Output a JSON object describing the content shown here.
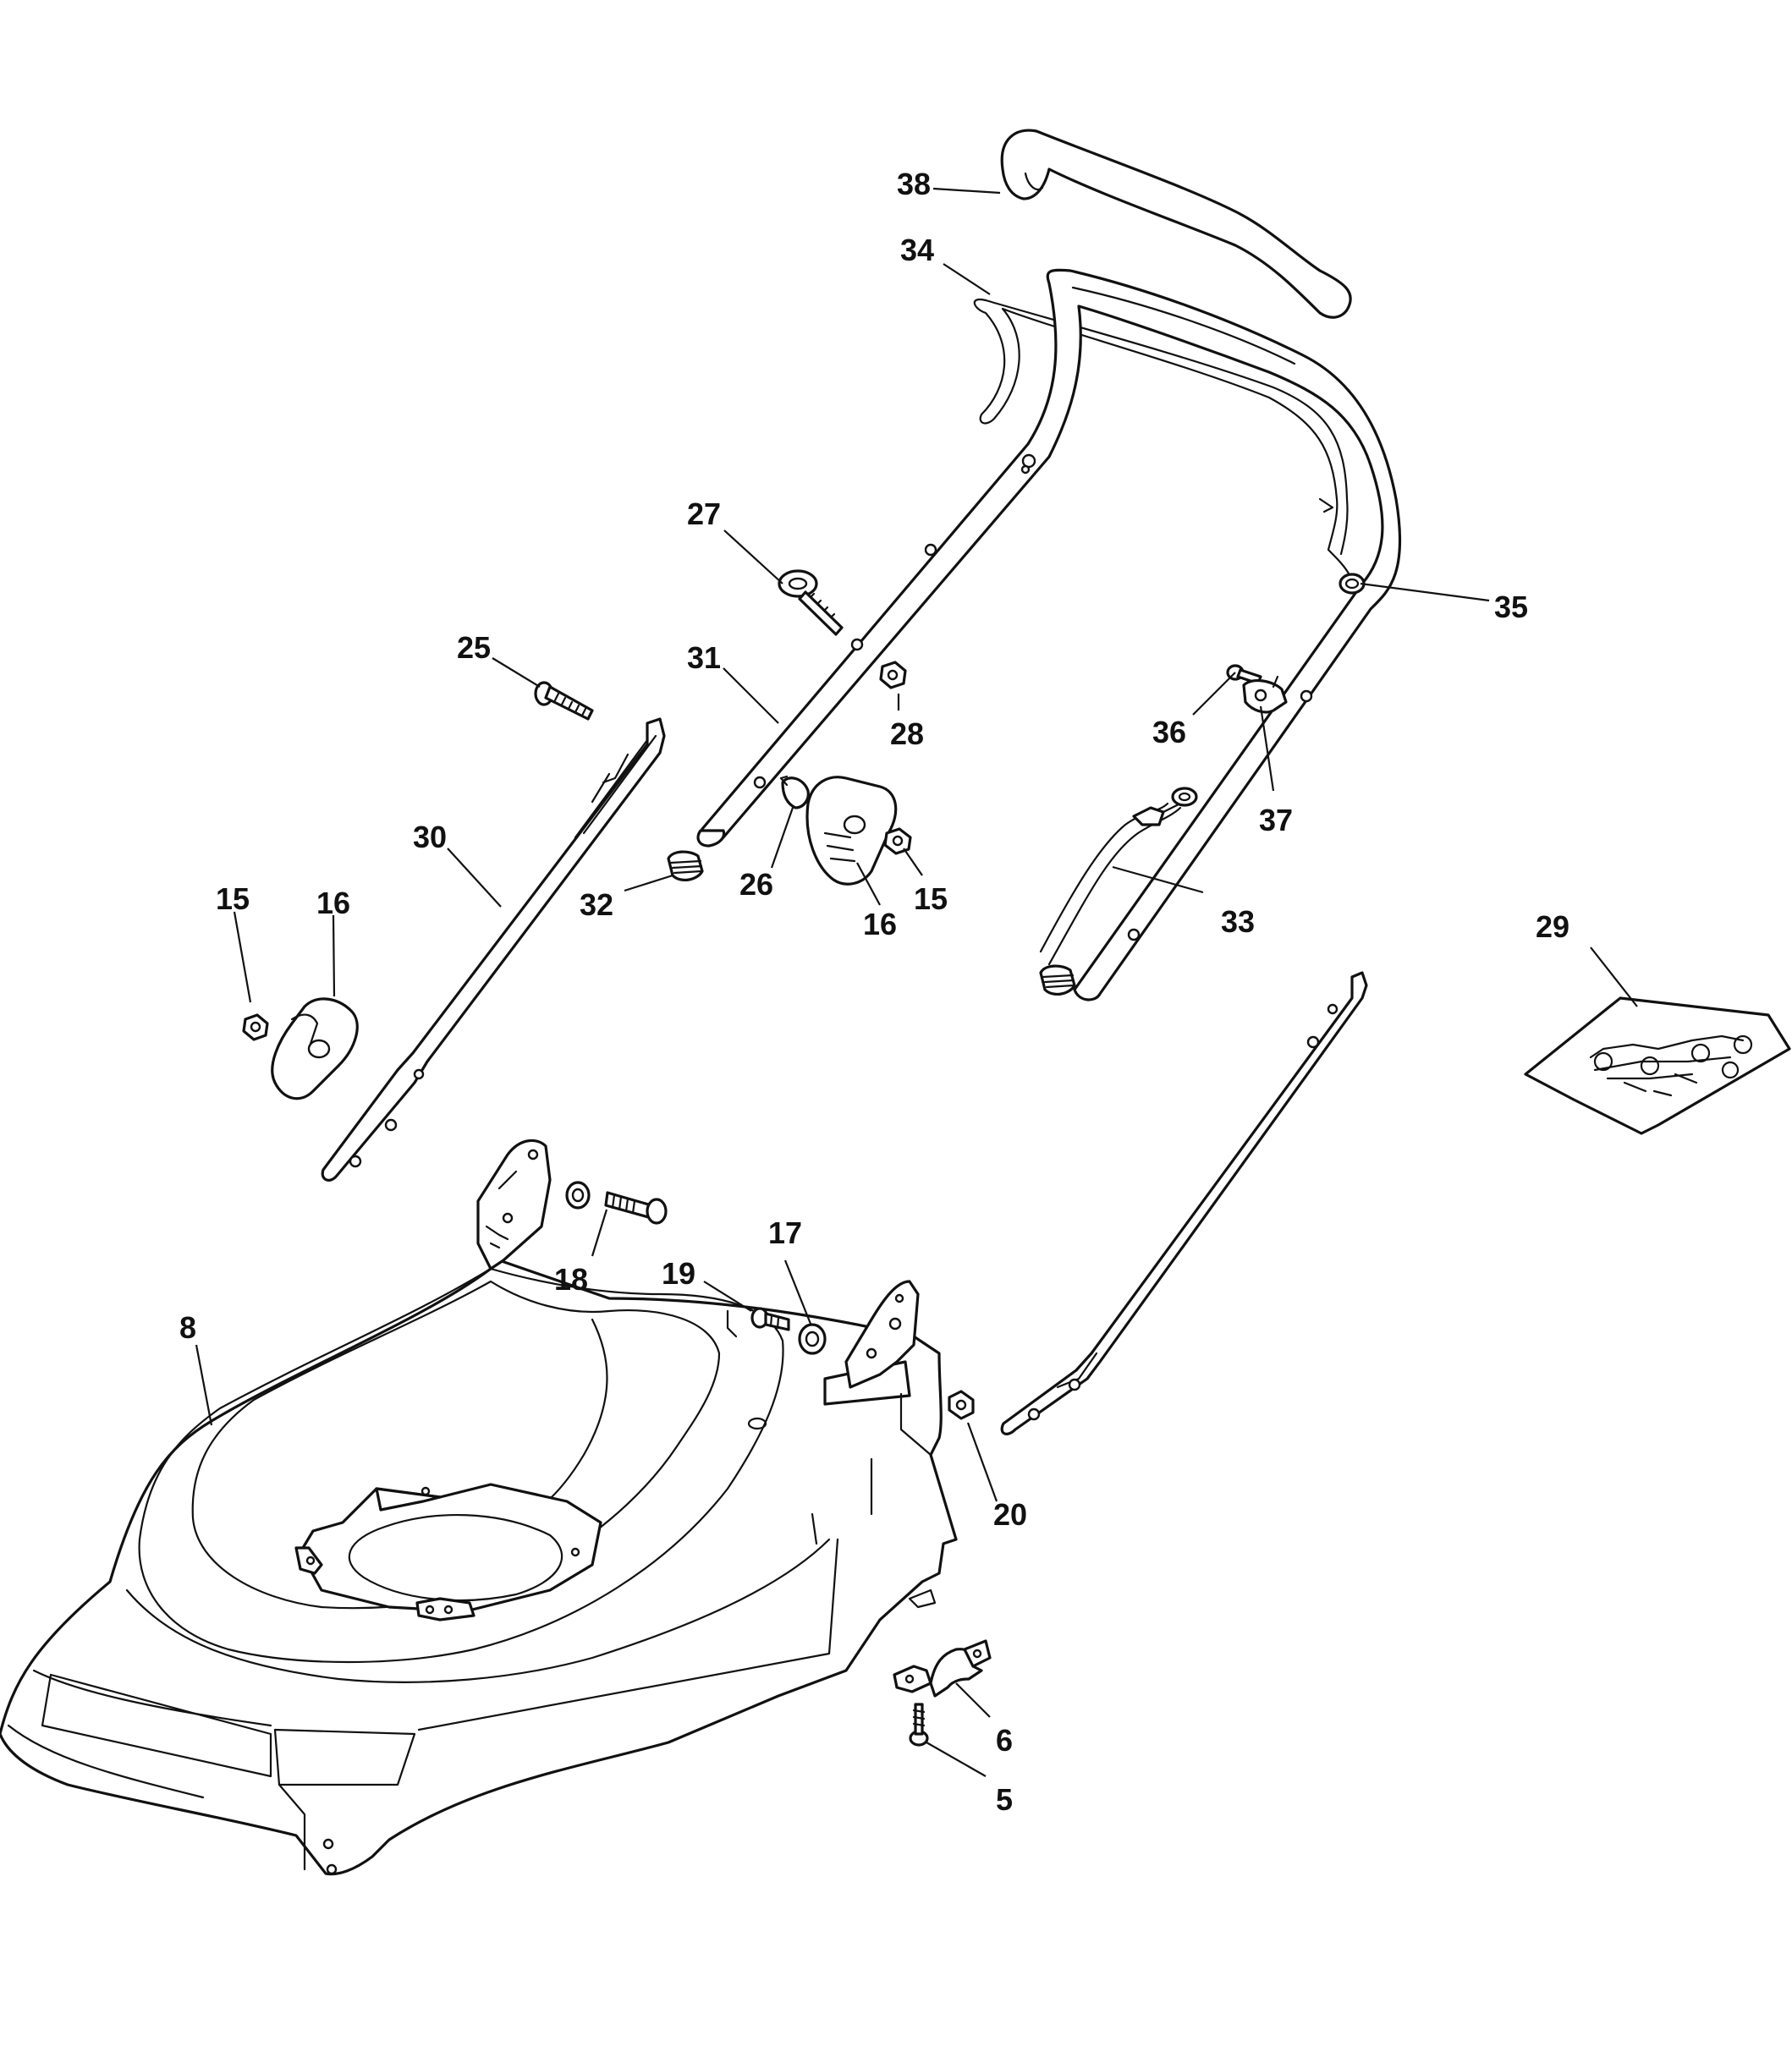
{
  "diagram": {
    "callouts": {
      "c38": "38",
      "c34": "34",
      "c27": "27",
      "c35": "35",
      "c25": "25",
      "c31": "31",
      "c28": "28",
      "c36": "36",
      "c37": "37",
      "c30": "30",
      "c15a": "15",
      "c16a": "16",
      "c32": "32",
      "c26": "26",
      "c16b": "16",
      "c15b": "15",
      "c33": "33",
      "c29": "29",
      "c17": "17",
      "c18": "18",
      "c19": "19",
      "c8": "8",
      "c20": "20",
      "c6": "6",
      "c5": "5"
    }
  }
}
